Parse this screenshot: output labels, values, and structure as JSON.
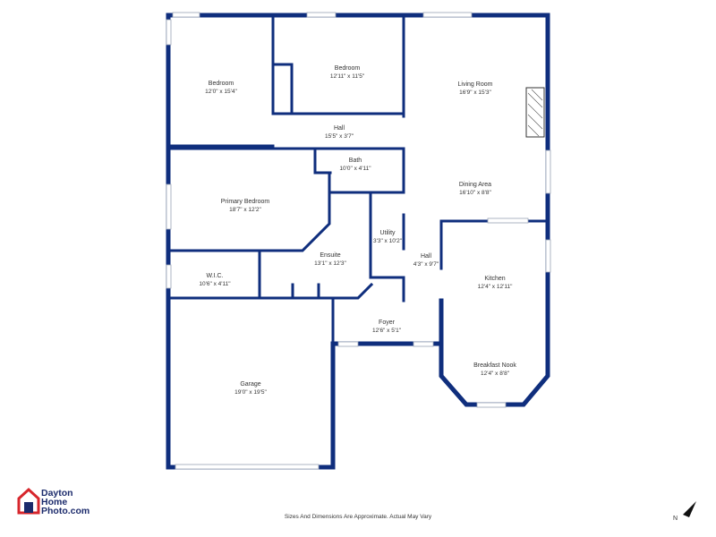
{
  "plan": {
    "rooms": [
      {
        "id": "bedroom-2",
        "name": "Bedroom",
        "dims": "12'0\" x 15'4\""
      },
      {
        "id": "bedroom-3",
        "name": "Bedroom",
        "dims": "12'11\" x 11'5\""
      },
      {
        "id": "living-room",
        "name": "Living Room",
        "dims": "16'9\" x 15'3\""
      },
      {
        "id": "hall-upper",
        "name": "Hall",
        "dims": "15'5\" x 3'7\""
      },
      {
        "id": "bath",
        "name": "Bath",
        "dims": "10'0\" x 4'11\""
      },
      {
        "id": "dining-area",
        "name": "Dining Area",
        "dims": "16'10\" x 8'8\""
      },
      {
        "id": "primary-bedroom",
        "name": "Primary Bedroom",
        "dims": "18'7\" x 12'2\""
      },
      {
        "id": "utility",
        "name": "Utility",
        "dims": "3'3\" x 10'2\""
      },
      {
        "id": "hall-lower",
        "name": "Hall",
        "dims": "4'3\" x 9'7\""
      },
      {
        "id": "ensuite",
        "name": "Ensuite",
        "dims": "13'1\" x 12'3\""
      },
      {
        "id": "kitchen",
        "name": "Kitchen",
        "dims": "12'4\" x 12'11\""
      },
      {
        "id": "wic",
        "name": "W.I.C.",
        "dims": "10'6\" x 4'11\""
      },
      {
        "id": "foyer",
        "name": "Foyer",
        "dims": "12'6\" x 5'1\""
      },
      {
        "id": "breakfast-nook",
        "name": "Breakfast Nook",
        "dims": "12'4\" x 8'8\""
      },
      {
        "id": "garage",
        "name": "Garage",
        "dims": "19'0\" x 19'5\""
      }
    ],
    "compass_label": "N",
    "colors": {
      "wall": "#0f2e7d",
      "logo_red": "#d7262c",
      "logo_blue": "#1b2a6b"
    }
  },
  "branding": {
    "line1": "Dayton",
    "line2": "Home",
    "line3": "Photo.com"
  },
  "footer": {
    "disclaimer": "Sizes And Dimensions Are Approximate. Actual May Vary"
  }
}
